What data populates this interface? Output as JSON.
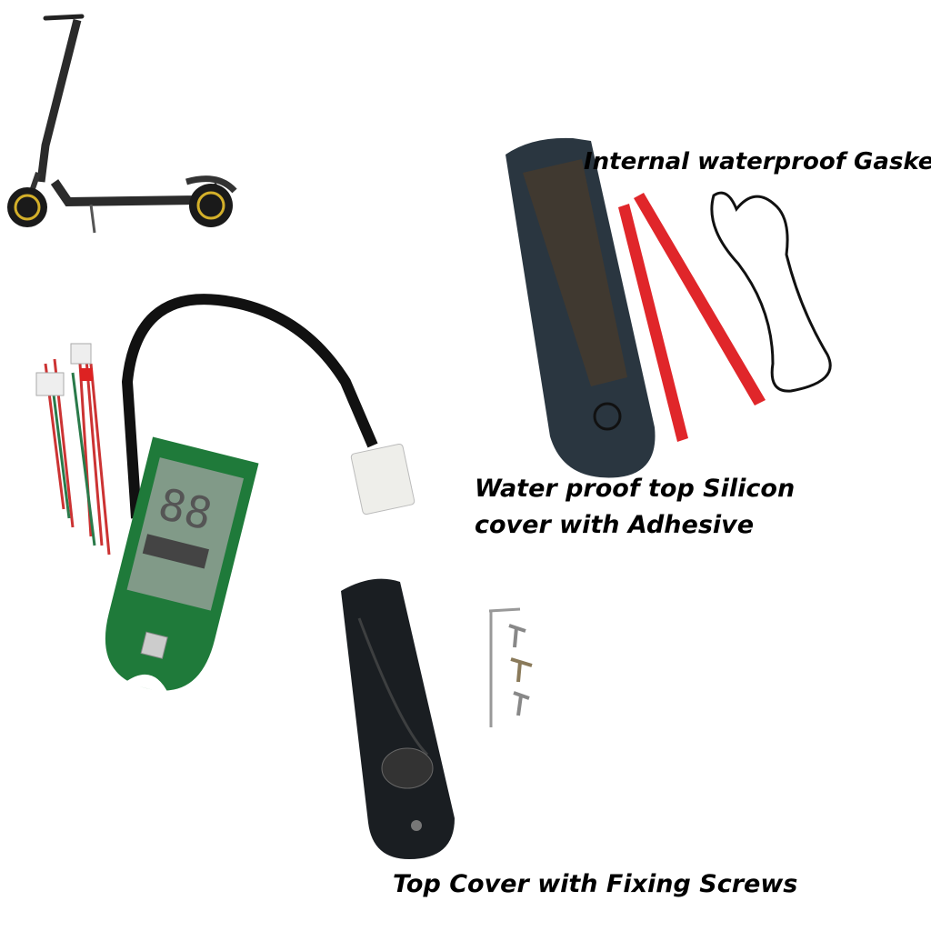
{
  "labels": {
    "gasket": "Internal waterproof Gasket",
    "silicon_line1": "Water proof top Silicon",
    "silicon_line2": "cover with Adhesive",
    "top_cover": "Top Cover with Fixing Screws"
  },
  "colors": {
    "background": "#ffffff",
    "pcb_green": "#1f7a3a",
    "silicon_cover": "#2a3640",
    "adhesive_red": "#e0262a",
    "scooter_accent": "#d4b02a"
  }
}
